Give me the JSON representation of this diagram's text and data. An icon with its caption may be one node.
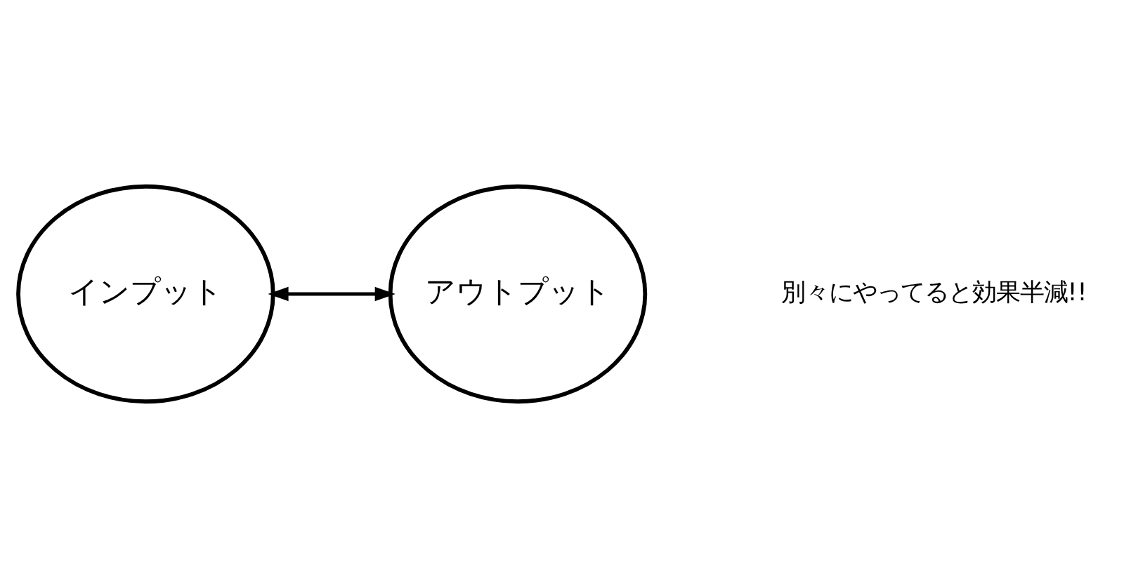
{
  "diagram": {
    "nodes": [
      {
        "text": [
          "インプット"
        ]
      },
      {
        "text": [
          "アウトプット"
        ]
      }
    ],
    "edges": [
      {
        "from": 0,
        "to": 1,
        "arrow": "both"
      }
    ],
    "labels": [
      "別々にやってると効果半減!!"
    ]
  }
}
